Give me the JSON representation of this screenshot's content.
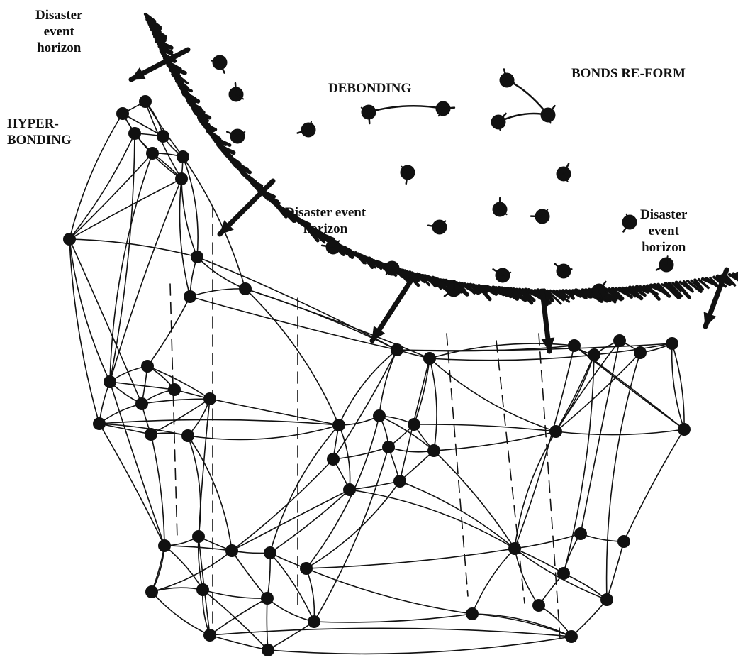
{
  "labels": {
    "horizon_top_left": [
      "Disaster",
      "event",
      "horizon"
    ],
    "hyperbonding": [
      "HYPER-",
      "BONDING"
    ],
    "debonding": "DEBONDING",
    "bonds_reform": "BONDS RE-FORM",
    "horizon_middle": [
      "Disaster event",
      "horizon"
    ],
    "horizon_right": [
      "Disaster",
      "event",
      "horizon"
    ]
  },
  "colors": {
    "ink": "#111111",
    "background": "#ffffff"
  },
  "icons": {
    "node": "filled-circle",
    "horizon": "hatched-arc",
    "arrow": "arrow"
  }
}
